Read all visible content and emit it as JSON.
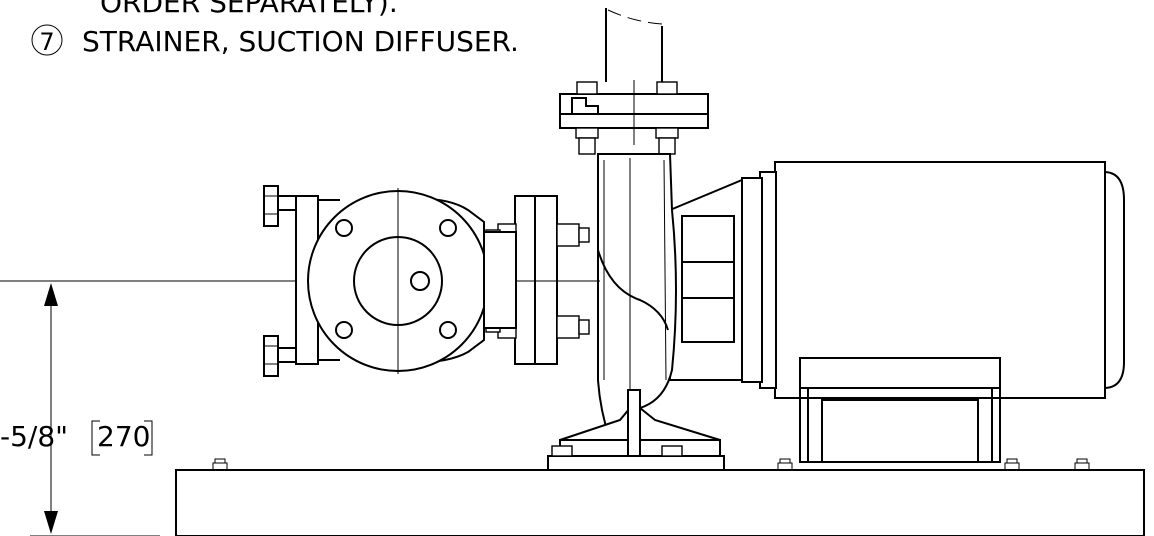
{
  "notes": {
    "line_6_partial": "ORDER SEPARATELY).",
    "note_7_number": "7",
    "note_7_text": "STRAINER, SUCTION DIFFUSER."
  },
  "dimension": {
    "label": "-5/8\"",
    "bracket_value": "270"
  }
}
